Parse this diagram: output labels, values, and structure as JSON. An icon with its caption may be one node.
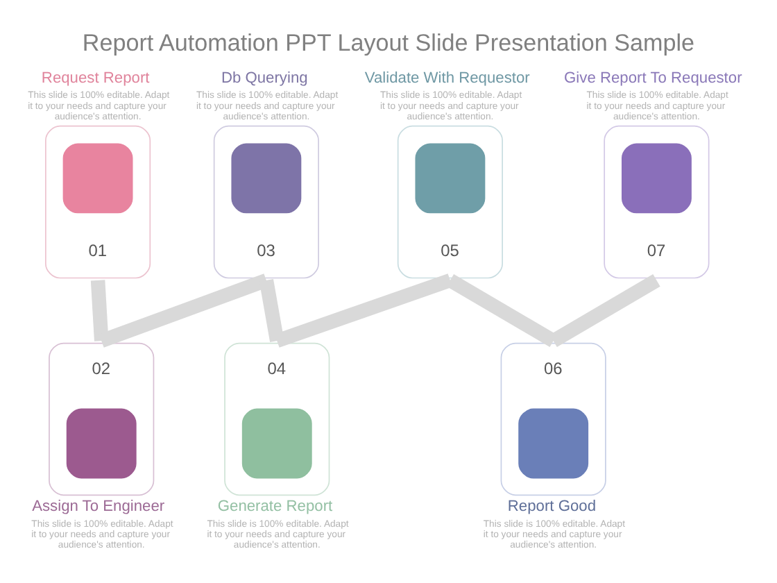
{
  "diagram": {
    "title": "Report Automation PPT Layout Slide Presentation Sample",
    "nodes": [
      {
        "text": [
          "Request Report",
          "This slide is 100% editable. Adapt it to your needs and capture your audience's attention.",
          "01"
        ]
      },
      {
        "text": [
          "02",
          "Assign To Engineer",
          "This slide is 100% editable. Adapt it to your needs and capture your audience's attention."
        ]
      },
      {
        "text": [
          "Db Querying",
          "This slide is 100% editable. Adapt it to your needs and capture your audience's attention.",
          "03"
        ]
      },
      {
        "text": [
          "04",
          "Generate Report",
          "This slide is 100% editable. Adapt it to your needs and capture your audience's attention."
        ]
      },
      {
        "text": [
          "Validate With Requestor",
          "This slide is 100% editable. Adapt it to your needs and capture your audience's attention.",
          "05"
        ]
      },
      {
        "text": [
          "06",
          "Report Good",
          "This slide is 100% editable. Adapt it to your needs and capture your audience's attention."
        ]
      },
      {
        "text": [
          "Give Report To Requestor",
          "This slide is 100% editable. Adapt it to your needs and capture your audience's attention.",
          "07"
        ]
      }
    ],
    "edges": [
      {
        "from": 0,
        "to": 1,
        "arrow": "none"
      },
      {
        "from": 1,
        "to": 2,
        "arrow": "none"
      },
      {
        "from": 2,
        "to": 3,
        "arrow": "none"
      },
      {
        "from": 3,
        "to": 4,
        "arrow": "none"
      },
      {
        "from": 4,
        "to": 5,
        "arrow": "none"
      },
      {
        "from": 5,
        "to": 6,
        "arrow": "none"
      }
    ]
  }
}
